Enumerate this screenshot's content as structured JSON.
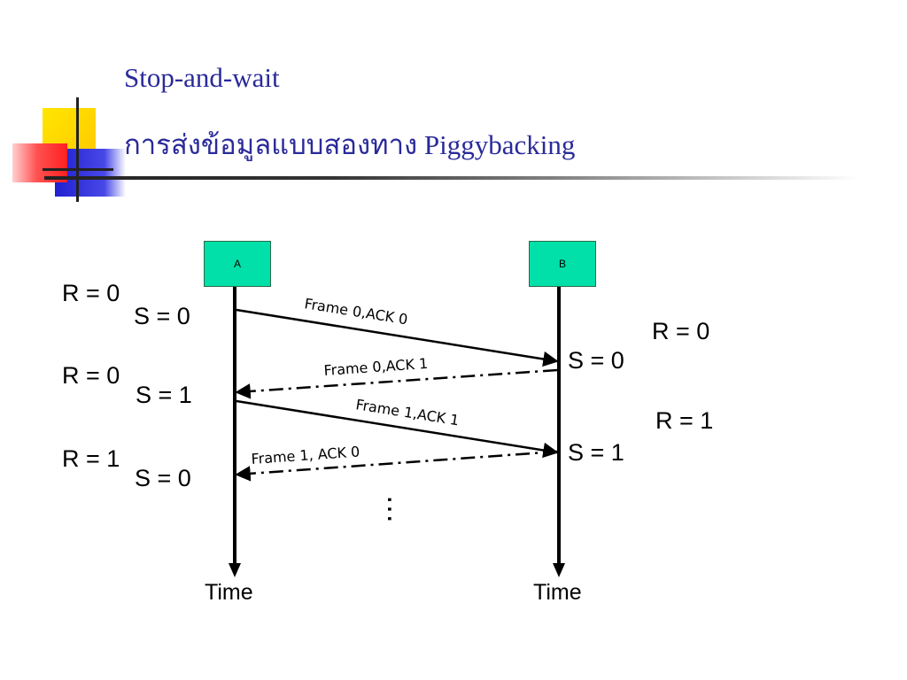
{
  "header": {
    "title_line1": "Stop-and-wait",
    "title_line2": "การส่งข้อมูลแบบสองทาง Piggybacking"
  },
  "diagram": {
    "node_a": "A",
    "node_b": "B",
    "time_label_a": "Time",
    "time_label_b": "Time",
    "ellipsis": "…",
    "left_labels": {
      "r1": "R = 0",
      "s1": "S = 0",
      "r2": "R = 0",
      "s2": "S = 1",
      "r3": "R = 1",
      "s3": "S = 0"
    },
    "right_labels": {
      "r1": "R = 0",
      "s1": "S = 0",
      "r2": "R = 1",
      "s2": "S = 1"
    },
    "messages": [
      {
        "label": "Frame 0,ACK 0",
        "direction": "A-to-B",
        "style": "solid"
      },
      {
        "label": "Frame 0,ACK 1",
        "direction": "B-to-A",
        "style": "dash-dot"
      },
      {
        "label": "Frame 1,ACK 1",
        "direction": "A-to-B",
        "style": "solid"
      },
      {
        "label": "Frame 1, ACK 0",
        "direction": "B-to-A",
        "style": "dash-dot"
      }
    ]
  },
  "colors": {
    "title": "#2a2a9a",
    "node_fill": "#00e0a8",
    "deco_yellow": "#ffd400",
    "deco_red": "#ff3030",
    "deco_blue": "#2828d8"
  }
}
